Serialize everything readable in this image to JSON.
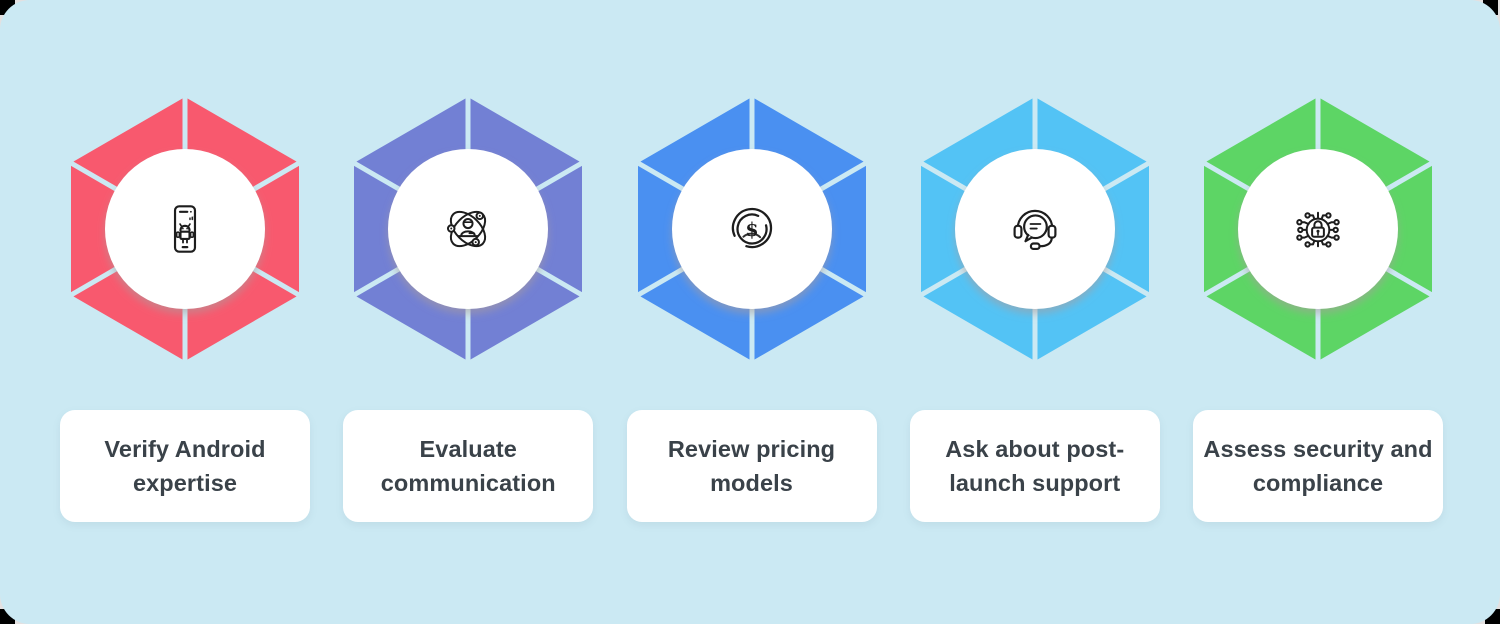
{
  "canvas": {
    "panel_bg": "#cbe9f3",
    "outer_bg": "#e3e0e0",
    "corner_mark_color": "#000000"
  },
  "styles": {
    "card_bg": "#ffffff",
    "card_text_color": "#3a4249",
    "icon_stroke": "#1d1d1d",
    "circle_bg": "#ffffff",
    "hexagon_divider_color": "#cbe9f3"
  },
  "items": [
    {
      "label": "Verify Android expertise",
      "color": "#f8596e",
      "icon": "android-phone-icon"
    },
    {
      "label": "Evaluate communication",
      "color": "#7280d4",
      "icon": "communication-orbits-icon"
    },
    {
      "label": "Review pricing models",
      "color": "#4a90f1",
      "icon": "dollar-coin-icon"
    },
    {
      "label": "Ask about post-launch support",
      "color": "#53c3f5",
      "icon": "headset-support-icon"
    },
    {
      "label": "Assess security and compliance",
      "color": "#5dd565",
      "icon": "security-circuit-icon"
    }
  ]
}
